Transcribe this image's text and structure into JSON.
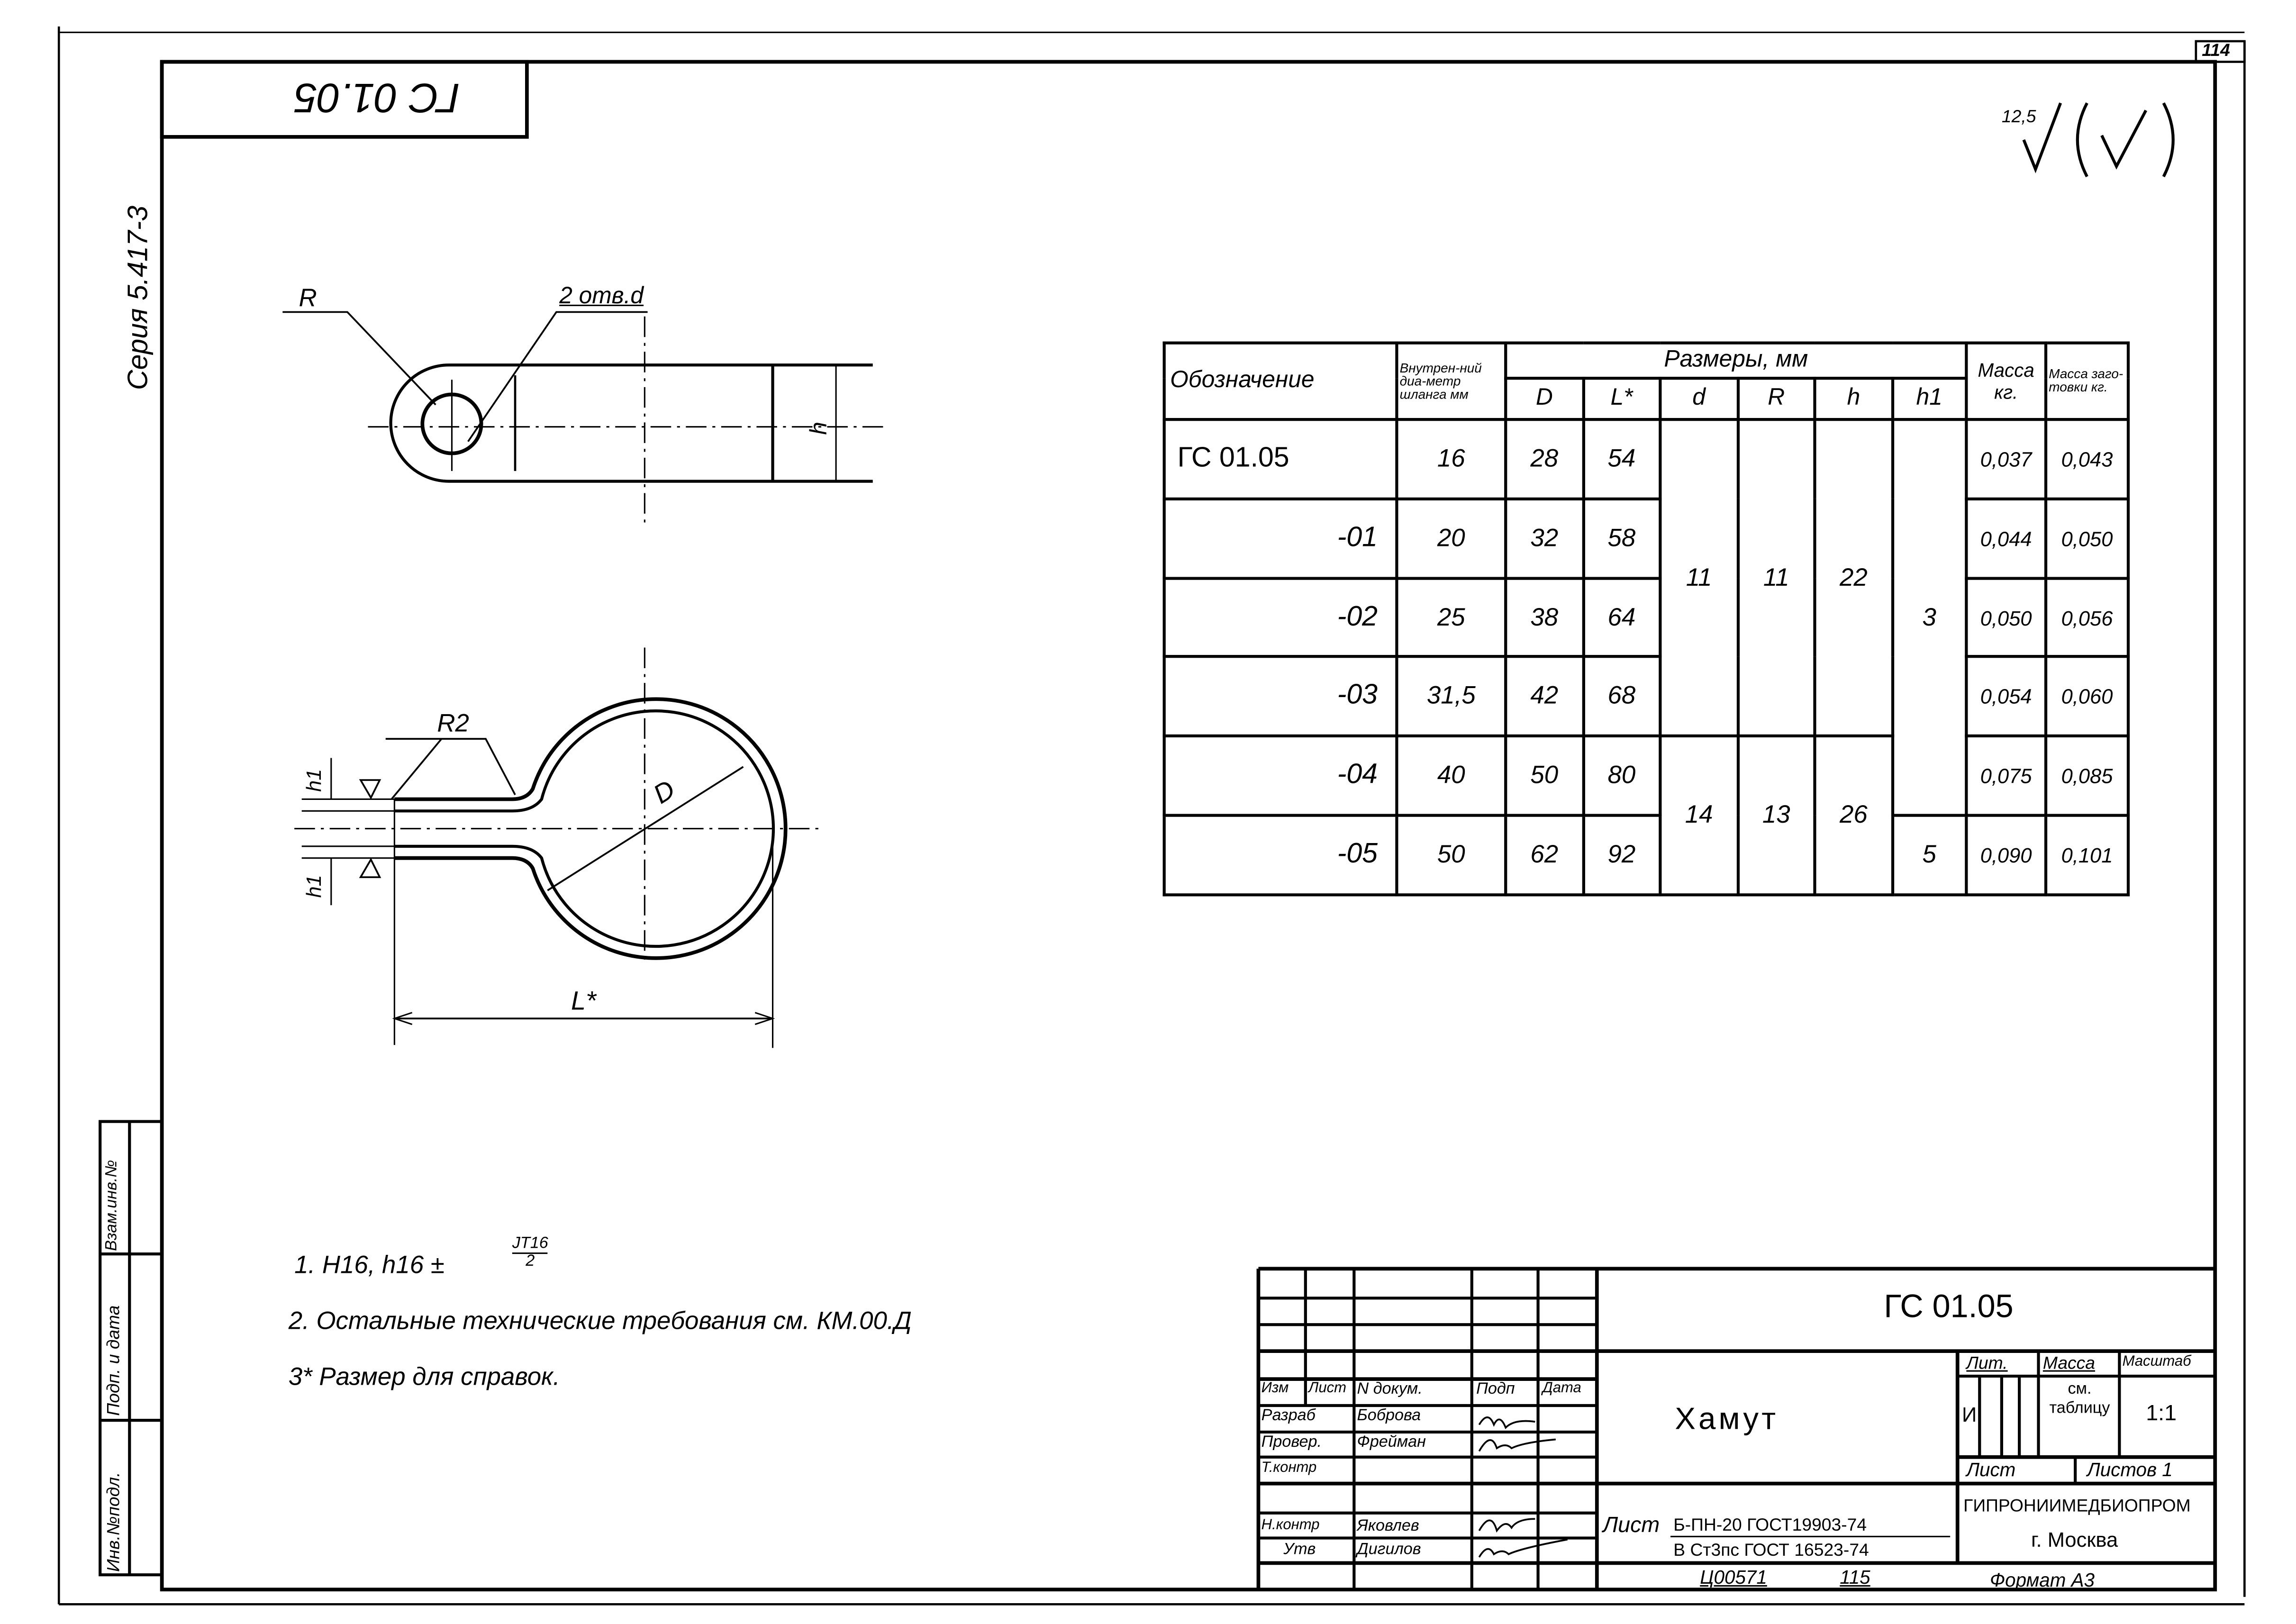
{
  "sheet": {
    "corner_number": "114",
    "top_stamp": "ГС 01.05",
    "series": "Серия 5.417-3",
    "roughness": {
      "value": "12,5",
      "symbol": "√(√)"
    }
  },
  "drawing_labels": {
    "radius": "R",
    "holes": "2 отв.d",
    "height": "h",
    "radius2": "R2",
    "h1_top": "h1",
    "h1_bottom": "h1",
    "diameter": "D",
    "length": "L*"
  },
  "table": {
    "headers": {
      "designation": "Обозначение",
      "inner_diameter": "Внутрен-ний диа-метр шланга мм",
      "dimensions": "Размеры, мм",
      "D": "D",
      "L": "L*",
      "d": "d",
      "R": "R",
      "h": "h",
      "h1": "h1",
      "mass": "Масса кг.",
      "blank_mass": "Масса заго-товки кг."
    },
    "rows": [
      {
        "designation": "ГС 01.05",
        "inner": "16",
        "D": "28",
        "L": "54",
        "mass": "0,037",
        "blank": "0,043"
      },
      {
        "designation": "-01",
        "inner": "20",
        "D": "32",
        "L": "58",
        "mass": "0,044",
        "blank": "0,050"
      },
      {
        "designation": "-02",
        "inner": "25",
        "D": "38",
        "L": "64",
        "mass": "0,050",
        "blank": "0,056"
      },
      {
        "designation": "-03",
        "inner": "31,5",
        "D": "42",
        "L": "68",
        "mass": "0,054",
        "blank": "0,060"
      },
      {
        "designation": "-04",
        "inner": "40",
        "D": "50",
        "L": "80",
        "mass": "0,075",
        "blank": "0,085"
      },
      {
        "designation": "-05",
        "inner": "50",
        "D": "62",
        "L": "92",
        "mass": "0,090",
        "blank": "0,101"
      }
    ],
    "group_a": {
      "d": "11",
      "R": "11",
      "h": "22"
    },
    "group_b": {
      "d": "14",
      "R": "13",
      "h": "26"
    },
    "h1_a": "3",
    "h1_b": "5"
  },
  "notes": [
    "1. H16, h16 ±",
    "2. Остальные технические требования см. КМ.00.Д",
    "3* Размер для справок."
  ],
  "note_fraction": {
    "numerator": "JT16",
    "denominator": "2"
  },
  "left_strip": [
    "Инв.№подл.",
    "Подп. и дата",
    "Взам.инв.№"
  ],
  "title_block": {
    "code": "ГС 01.05",
    "name": "Хамут",
    "col_headers": [
      "Изм",
      "Лист",
      "N докум.",
      "Подп",
      "Дата"
    ],
    "roles": [
      {
        "role": "Разраб",
        "name": "Боброва"
      },
      {
        "role": "Провер.",
        "name": "Фрейман"
      },
      {
        "role": "Т.контр",
        "name": ""
      },
      {
        "role": "Н.контр",
        "name": "Яковлев"
      },
      {
        "role": "Утв",
        "name": "Дигилов"
      }
    ],
    "lit_label": "Лит.",
    "mass_label": "Масса",
    "scale_label": "Масштаб",
    "lit_value": "И",
    "mass_value": "см. таблицу",
    "scale_value": "1:1",
    "sheet_label": "Лист",
    "sheets_label": "Листов 1",
    "material_prefix": "Лист",
    "material_top": "Б-ПН-20 ГОСТ19903-74",
    "material_bottom": "В Ст3пс ГОСТ 16523-74",
    "organization": "ГИПРОНИИМЕДБИОПРОМ",
    "city": "г. Москва",
    "archive_no": "Ц00571",
    "archive_page": "115",
    "format": "Формат А3"
  }
}
